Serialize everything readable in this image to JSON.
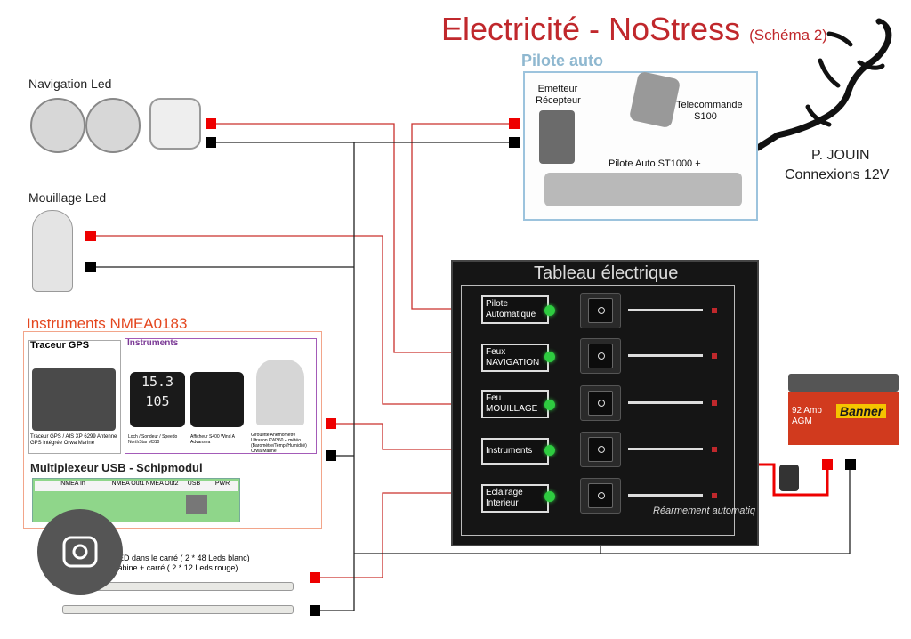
{
  "title": {
    "main": "Electricité - NoStress",
    "sub": "(Schéma 2)"
  },
  "author": {
    "name": "P. JOUIN",
    "subtitle": "Connexions 12V"
  },
  "pilot": {
    "title": "Pilote auto",
    "emitter": "Emetteur Récepteur",
    "remote": "Telecommande S100",
    "autopilot": "Pilote Auto ST1000 +"
  },
  "loads": {
    "navigation": "Navigation Led",
    "mouillage": "Mouillage Led"
  },
  "instruments": {
    "title": "Instruments NMEA0183",
    "gps_title": "Traceur GPS",
    "gps_caption": "Traceur GPS / AIS XP 6299 Antenne GPS intégrée Orwa Marine",
    "instr_title": "Instruments",
    "log_caption": "Loch / Sondeur / Speedo NorthStar M310",
    "wind_caption": "Afficheur S400 Wind A Advansea",
    "anemo_caption": "Girouette Anémomètre Ultrason KW360 + météo (Baromètre/Temp./Humidité) Orwa Marine",
    "display_depth": "15.3",
    "display_speed": "105",
    "mux_title": "Multiplexeur USB - Schipmodul",
    "mux_ports": [
      "NMEA In",
      "NMEA Out1",
      "NMEA Out2",
      "USB",
      "PWR"
    ]
  },
  "lighting": {
    "line1": "clairage LED dans le carré ( 2 * 48 Leds blanc)",
    "line2": "clairage cabine + carré ( 2 * 12 Leds rouge)"
  },
  "panel": {
    "title": "Tableau électrique",
    "rearm": "Réarmement automatiq",
    "switches": [
      {
        "label": "Pilote Automatique"
      },
      {
        "label": "Feux NAVIGATION"
      },
      {
        "label": "Feu MOUILLAGE"
      },
      {
        "label": "Instruments"
      },
      {
        "label": "Eclairage Interieur"
      }
    ]
  },
  "battery": {
    "brand": "Banner",
    "spec": "92 Amp AGM"
  },
  "colors": {
    "positive": "#e00000",
    "negative": "#000000",
    "title": "#c0282c",
    "instr": "#e4471f"
  }
}
